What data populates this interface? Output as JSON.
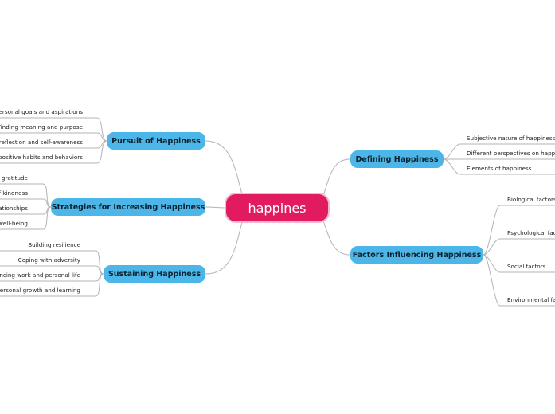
{
  "root": {
    "label": "happines"
  },
  "left_branches": [
    {
      "label": "Pursuit of Happiness",
      "children": [
        "Personal goals and aspirations",
        "Finding meaning and purpose",
        "f-reflection and self-awareness",
        "g positive habits and behaviors"
      ]
    },
    {
      "label": "Strategies for Increasing Happiness",
      "children": [
        "g gratitude",
        "f kindness",
        "ationships",
        "well-being"
      ]
    },
    {
      "label": "Sustaining Happiness",
      "children": [
        "Building resilience",
        "Coping with adversity",
        "ancing work and personal life",
        "personal growth and learning"
      ]
    }
  ],
  "right_branches": [
    {
      "label": "Defining Happiness",
      "children": [
        "Subjective nature of happiness",
        "Different perspectives on happin",
        "Elements of happiness"
      ]
    },
    {
      "label": "Factors Influencing Happiness",
      "children": [
        "Biological factors",
        "Psychological fac",
        "Social factors",
        "Environmental fa"
      ]
    }
  ],
  "colors": {
    "root": "#e21a5f",
    "branch": "#4db6e8",
    "connector": "#b3b3b3"
  }
}
